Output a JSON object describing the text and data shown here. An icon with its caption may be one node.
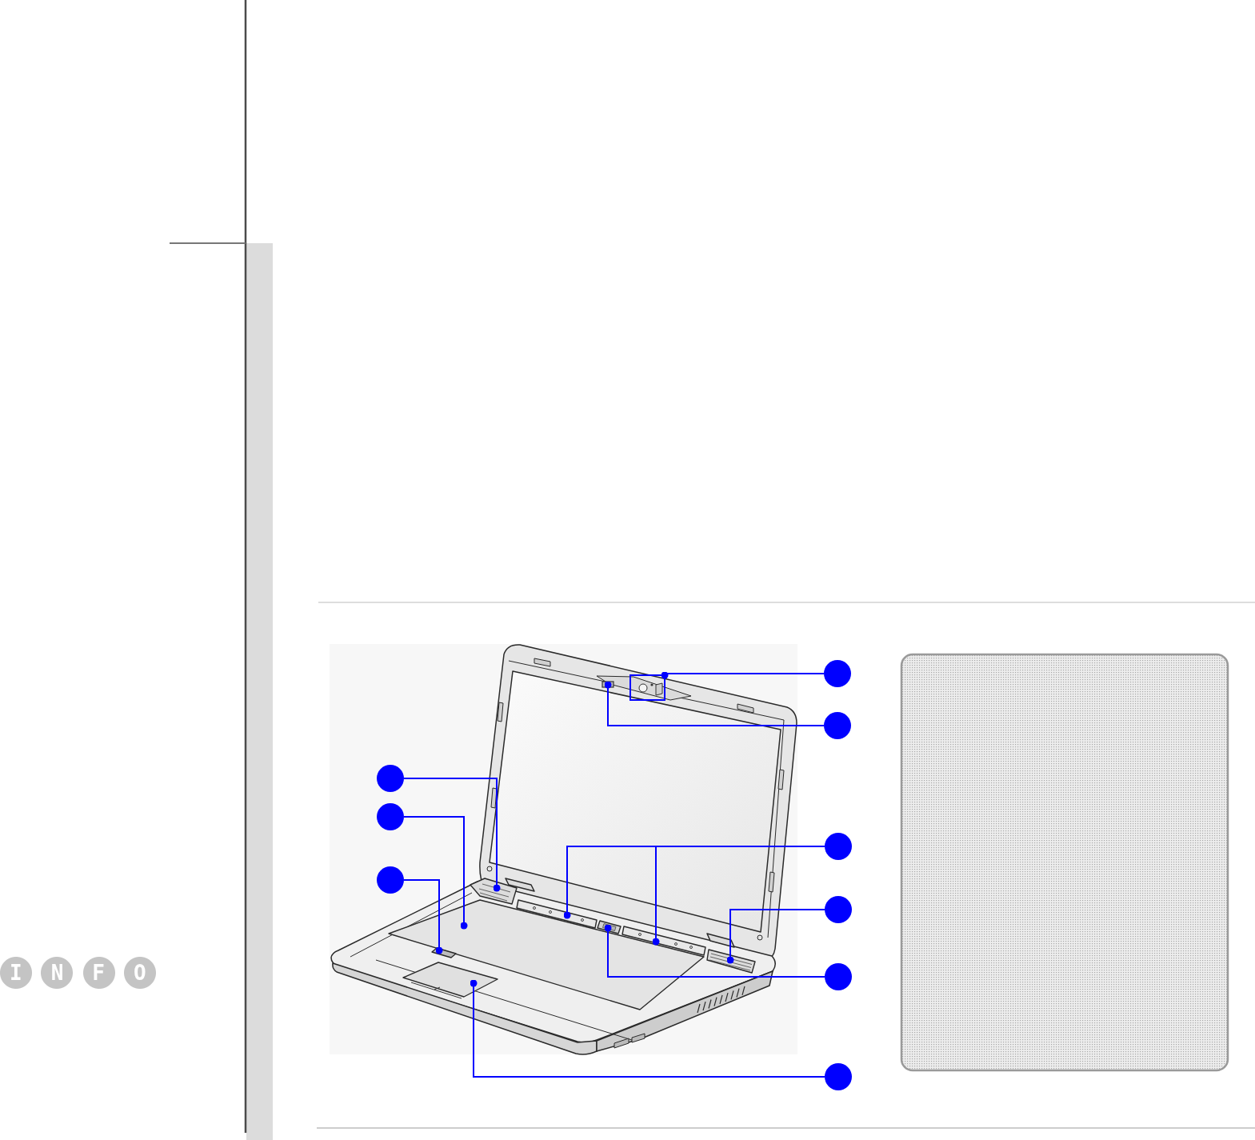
{
  "diagram": {
    "nodes": [
      {
        "text": [],
        "shape": "circle"
      },
      {
        "text": [],
        "shape": "circle"
      },
      {
        "text": [],
        "shape": "circle"
      },
      {
        "text": [],
        "shape": "circle"
      },
      {
        "text": [],
        "shape": "circle"
      },
      {
        "text": [],
        "shape": "circle"
      },
      {
        "text": [],
        "shape": "circle"
      },
      {
        "text": [],
        "shape": "circle"
      },
      {
        "text": [],
        "shape": "circle"
      },
      {
        "text": [],
        "shape": "box"
      },
      {
        "text": [],
        "shape": "box"
      },
      {
        "text": [],
        "shape": "picture"
      },
      {
        "text": [],
        "shape": "picture"
      },
      {
        "text": [],
        "shape": "picture"
      },
      {
        "text": [],
        "shape": "picture"
      },
      {
        "text": [],
        "shape": "picture"
      },
      {
        "text": [],
        "shape": "picture"
      },
      {
        "text": [],
        "shape": "picture"
      },
      {
        "text": [],
        "shape": "picture"
      }
    ],
    "edges": [
      {
        "from": 0,
        "to": 9,
        "arrow": "other"
      },
      {
        "from": 1,
        "to": 10,
        "arrow": "other"
      },
      {
        "from": 2,
        "to": 11,
        "arrow": "other"
      },
      {
        "from": 3,
        "to": 13,
        "arrow": "other"
      },
      {
        "from": 4,
        "to": 12,
        "arrow": "other"
      },
      {
        "from": 4,
        "to": 15,
        "arrow": "other"
      },
      {
        "from": 5,
        "to": 16,
        "arrow": "other"
      },
      {
        "from": 6,
        "to": 17,
        "arrow": "other"
      },
      {
        "from": 7,
        "to": 14,
        "arrow": "other"
      },
      {
        "from": 8,
        "to": 18,
        "arrow": "other"
      }
    ],
    "labels": [
      "INFO"
    ]
  }
}
